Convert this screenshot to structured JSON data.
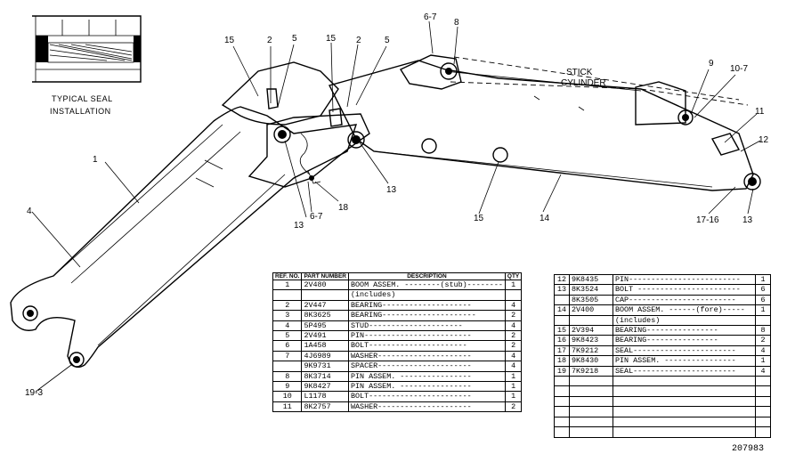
{
  "inset": {
    "caption_line1": "TYPICAL SEAL",
    "caption_line2": "INSTALLATION"
  },
  "cylinder_label_line1": "STICK",
  "cylinder_label_line2": "CYLINDER",
  "callouts": {
    "c1": "1",
    "c4": "4",
    "c19_3": "19-3",
    "c15a": "15",
    "c2a": "2",
    "c5a": "5",
    "c15b": "15",
    "c2b": "2",
    "c5b": "5",
    "c6_7a": "6-7",
    "c8": "8",
    "c9": "9",
    "c10_7": "10-7",
    "c11": "11",
    "c12": "12",
    "c13a": "13",
    "c13b": "13",
    "c13c": "13",
    "c6_7b": "6-7",
    "c18": "18",
    "c15c": "15",
    "c14": "14",
    "c17_16": "17-16"
  },
  "table_headers": {
    "ref": "REF. NO.",
    "part": "PART NUMBER",
    "desc": "DESCRIPTION",
    "qty": "QTY"
  },
  "parts_left": [
    {
      "ref": "1",
      "part": "2V480",
      "desc": "BOOM ASSEM. --------(stub)--------",
      "qty": "1"
    },
    {
      "ref": "",
      "part": "",
      "desc": "(includes)",
      "qty": "",
      "indent": true
    },
    {
      "ref": "2",
      "part": "2V447",
      "desc": "BEARING--------------------",
      "qty": "4",
      "indent": true
    },
    {
      "ref": "3",
      "part": "8K3625",
      "desc": "BEARING---------------------",
      "qty": "2",
      "indent": true
    },
    {
      "ref": "4",
      "part": "5P495",
      "desc": "STUD---------------------",
      "qty": "4",
      "indent": true
    },
    {
      "ref": "5",
      "part": "2V491",
      "desc": "PIN------------------------",
      "qty": "2"
    },
    {
      "ref": "6",
      "part": "1A458",
      "desc": "BOLT----------------------",
      "qty": "2"
    },
    {
      "ref": "7",
      "part": "4J6989",
      "desc": "WASHER---------------------",
      "qty": "4"
    },
    {
      "ref": "",
      "part": "9K9731",
      "desc": "SPACER---------------------",
      "qty": "4"
    },
    {
      "ref": "8",
      "part": "8K3714",
      "desc": "PIN ASSEM. ----------------",
      "qty": "1"
    },
    {
      "ref": "9",
      "part": "9K8427",
      "desc": "PIN ASSEM. ----------------",
      "qty": "1"
    },
    {
      "ref": "10",
      "part": "L1178",
      "desc": "BOLT-----------------------",
      "qty": "1"
    },
    {
      "ref": "11",
      "part": "8K2757",
      "desc": "WASHER---------------------",
      "qty": "2"
    }
  ],
  "parts_right": [
    {
      "ref": "12",
      "part": "9K8435",
      "desc": "PIN-------------------------",
      "qty": "1"
    },
    {
      "ref": "13",
      "part": "8K3524",
      "desc": "BOLT -----------------------",
      "qty": "6"
    },
    {
      "ref": "",
      "part": "8K3505",
      "desc": "CAP------------------------",
      "qty": "6"
    },
    {
      "ref": "14",
      "part": "2V400",
      "desc": "BOOM ASSEM. ------(fore)-----",
      "qty": "1"
    },
    {
      "ref": "",
      "part": "",
      "desc": "(includes)",
      "qty": "",
      "indent": true
    },
    {
      "ref": "15",
      "part": "2V394",
      "desc": "BEARING----------------",
      "qty": "8",
      "indent": true
    },
    {
      "ref": "16",
      "part": "9K8423",
      "desc": "BEARING----------------",
      "qty": "2",
      "indent": true
    },
    {
      "ref": "17",
      "part": "7K9212",
      "desc": "SEAL-----------------------",
      "qty": "4"
    },
    {
      "ref": "18",
      "part": "9K8430",
      "desc": "PIN ASSEM. ----------------",
      "qty": "1"
    },
    {
      "ref": "19",
      "part": "7K9218",
      "desc": "SEAL-----------------------",
      "qty": "4"
    },
    {
      "ref": "",
      "part": "",
      "desc": "",
      "qty": ""
    },
    {
      "ref": "",
      "part": "",
      "desc": "",
      "qty": ""
    },
    {
      "ref": "",
      "part": "",
      "desc": "",
      "qty": ""
    },
    {
      "ref": "",
      "part": "",
      "desc": "",
      "qty": ""
    },
    {
      "ref": "",
      "part": "",
      "desc": "",
      "qty": ""
    },
    {
      "ref": "",
      "part": "",
      "desc": "",
      "qty": ""
    }
  ],
  "serial": "207983"
}
